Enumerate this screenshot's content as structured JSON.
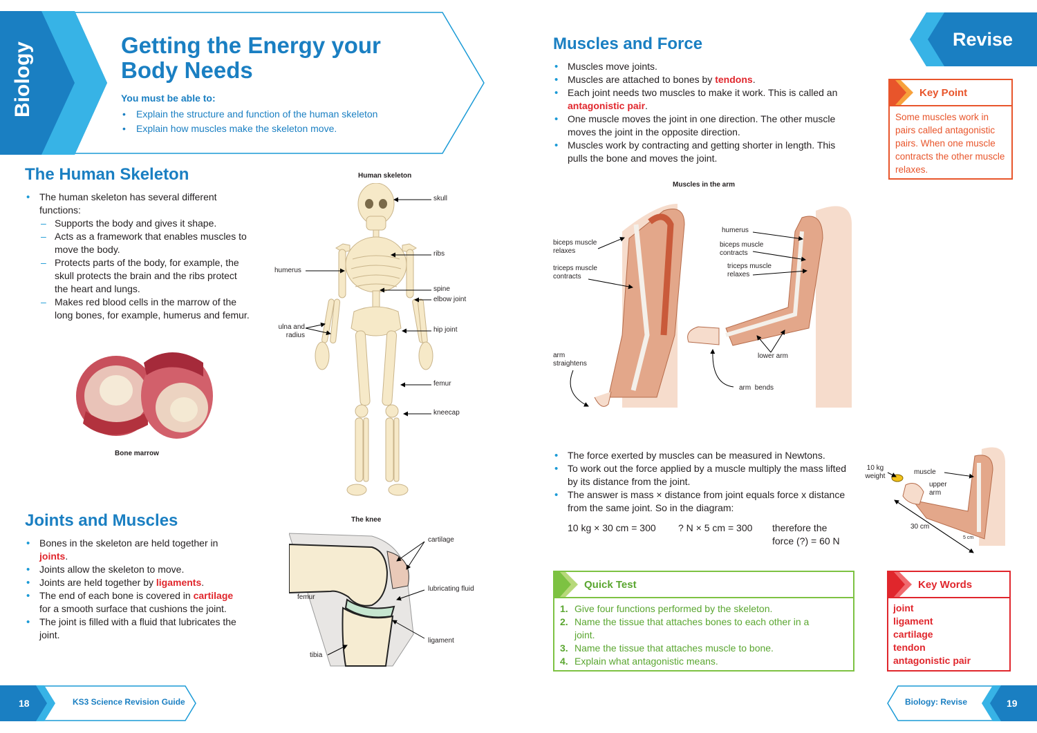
{
  "subject_tab": "Biology",
  "revise_tab": "Revise",
  "header": {
    "title": "Getting the Energy your Body Needs",
    "must_label": "You must be able to:",
    "objectives": [
      "Explain the structure and function of the human skeleton",
      "Explain how muscles make the skeleton move."
    ]
  },
  "skeleton_section": {
    "heading": "The Human Skeleton",
    "intro": "The human skeleton has several different functions:",
    "functions": [
      "Supports the body and gives it shape.",
      "Acts as a framework that enables muscles to move the body.",
      "Protects parts of the body, for example, the skull protects the brain and the ribs protect the heart and lungs.",
      "Makes red blood cells in the marrow of the long bones, for example, humerus and femur."
    ],
    "bone_caption": "Bone marrow"
  },
  "skeleton_diagram": {
    "caption": "Human skeleton",
    "labels": {
      "skull": "skull",
      "ribs": "ribs",
      "humerus": "humerus",
      "spine": "spine",
      "elbow": "elbow joint",
      "ulna": "ulna and radius",
      "hip": "hip joint",
      "femur": "femur",
      "kneecap": "kneecap"
    }
  },
  "joints_section": {
    "heading": "Joints and Muscles",
    "b1_pre": "Bones in the skeleton are held together in ",
    "b1_kw": "joints",
    "b1_post": ".",
    "b2": "Joints allow the skeleton to move.",
    "b3_pre": "Joints are held together by ",
    "b3_kw": "ligaments",
    "b3_post": ".",
    "b4_pre": "The end of each bone is covered in ",
    "b4_kw": "cartilage",
    "b4_post": " for a smooth surface that cushions the joint.",
    "b5": "The joint is filled with a fluid that lubricates the joint."
  },
  "knee_diagram": {
    "caption": "The knee",
    "labels": {
      "cartilage": "cartilage",
      "femur": "femur",
      "fluid": "lubricating fluid",
      "ligament": "ligament",
      "tibia": "tibia"
    }
  },
  "muscles_section": {
    "heading": "Muscles and Force",
    "b1": "Muscles move joints.",
    "b2_pre": "Muscles are attached to bones by ",
    "b2_kw": "tendons",
    "b2_post": ".",
    "b3_pre": "Each joint needs two muscles to make it work. This is called an ",
    "b3_kw": "antagonistic pair",
    "b3_post": ".",
    "b4": "One muscle moves the joint in one direction. The other muscle moves the joint in the opposite direction.",
    "b5": "Muscles work by contracting and getting shorter in length. This pulls the bone and moves the joint."
  },
  "arm_diagram": {
    "caption": "Muscles in the arm",
    "labels": {
      "biceps_relaxes": "biceps muscle relaxes",
      "triceps_contracts": "triceps muscle contracts",
      "arm_straightens": "arm straightens",
      "humerus": "humerus",
      "biceps_contracts": "biceps muscle contracts",
      "triceps_relaxes": "triceps muscle relaxes",
      "lower_arm": "lower arm",
      "arm_bends": "arm  bends"
    }
  },
  "force_section": {
    "b1": "The force exerted by muscles can be measured in Newtons.",
    "b2": "To work out the force applied by a muscle multiply the mass lifted by its distance from the joint.",
    "b3": "The answer is mass × distance from joint equals force x distance from the same joint. So in the diagram:",
    "calc1": "10 kg × 30 cm = 300",
    "calc2": "? N × 5 cm = 300",
    "calc3_line1": "therefore the",
    "calc3_line2": "force (?) = 60 N"
  },
  "lever_diagram": {
    "labels": {
      "weight": "10 kg weight",
      "muscle": "muscle",
      "upper_arm": "upper arm",
      "distance30": "30 cm",
      "distance5": "5 cm"
    }
  },
  "key_point": {
    "title": "Key Point",
    "text": "Some muscles work in pairs called antagonistic pairs. When one muscle contracts the other muscle relaxes."
  },
  "quick_test": {
    "title": "Quick Test",
    "items": [
      {
        "n": "1.",
        "text": "Give four functions performed by the skeleton."
      },
      {
        "n": "2.",
        "text": "Name the tissue that attaches bones to each other in a joint."
      },
      {
        "n": "3.",
        "text": "Name the tissue that attaches muscle to bone."
      },
      {
        "n": "4.",
        "text": "Explain what antagonistic means."
      }
    ]
  },
  "key_words": {
    "title": "Key Words",
    "items": [
      "joint",
      "ligament",
      "cartilage",
      "tendon",
      "antagonistic pair"
    ]
  },
  "footer": {
    "left_page": "18",
    "left_title": "KS3 Science Revision Guide",
    "right_title": "Biology: Revise",
    "right_page": "19"
  },
  "colors": {
    "brand_blue": "#1a7fc2",
    "light_blue": "#1a9ad6",
    "key_red": "#e0262c",
    "key_point_orange": "#e8552b",
    "quick_test_green": "#7dc242"
  }
}
